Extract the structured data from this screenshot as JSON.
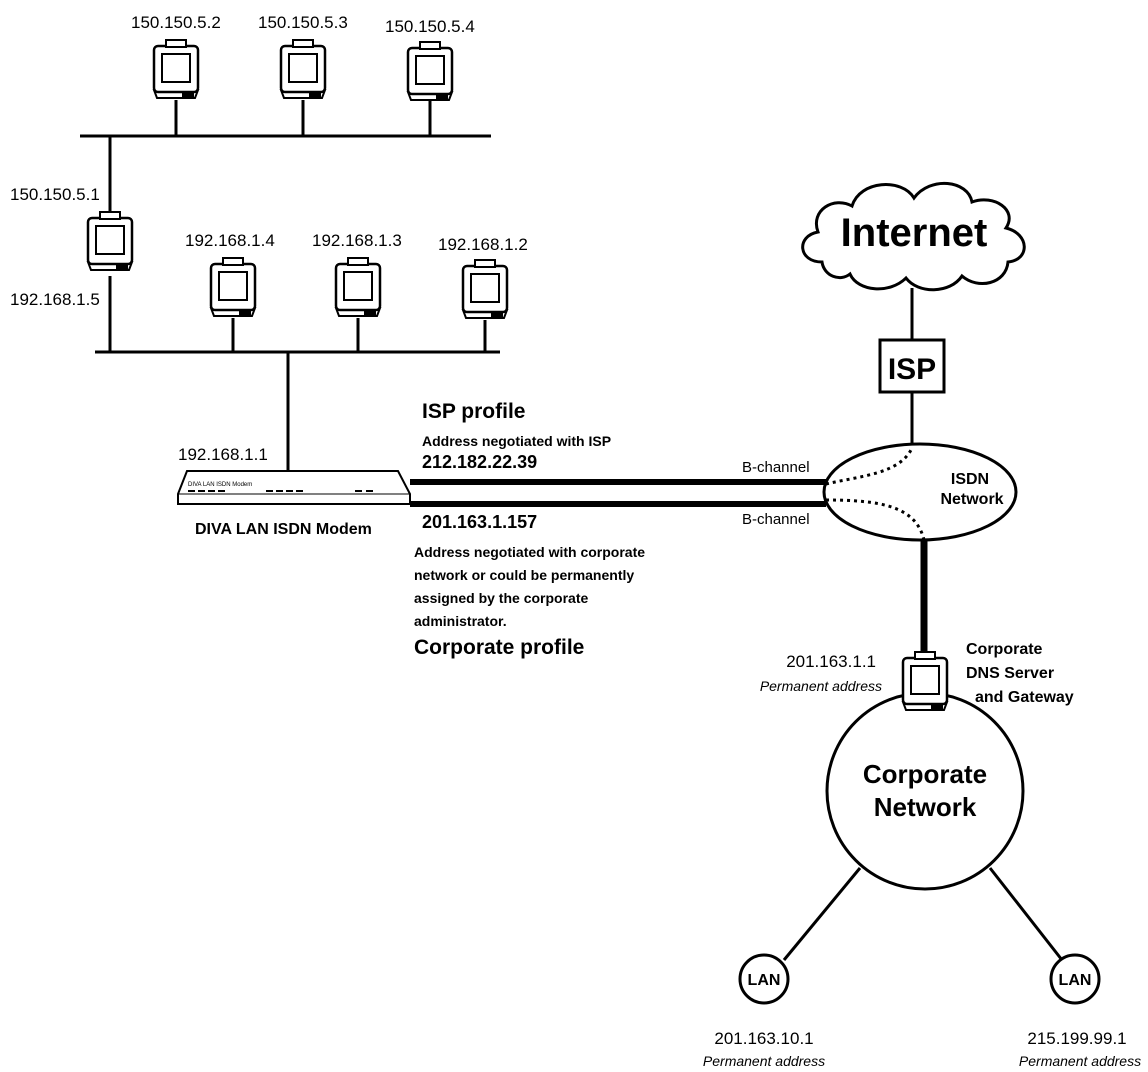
{
  "top_lan": {
    "pc1": "150.150.5.2",
    "pc2": "150.150.5.3",
    "pc3": "150.150.5.4"
  },
  "router_pc": {
    "upper_ip": "150.150.5.1",
    "lower_ip": "192.168.1.5"
  },
  "mid_lan": {
    "pc1": "192.168.1.4",
    "pc2": "192.168.1.3",
    "pc3": "192.168.1.2"
  },
  "modem": {
    "ip": "192.168.1.1",
    "name": "DIVA LAN ISDN Modem",
    "faceplate": "DIVA LAN ISDN Modem"
  },
  "isp_profile": {
    "title": "ISP profile",
    "note": "Address negotiated with ISP",
    "address": "212.182.22.39"
  },
  "corporate_profile": {
    "address": "201.163.1.157",
    "note_lines": [
      "Address negotiated with corporate",
      "network or could be permanently",
      "assigned by the corporate",
      "administrator."
    ],
    "title": "Corporate profile"
  },
  "channels": {
    "upper": "B-channel",
    "lower": "B-channel"
  },
  "internet": {
    "label": "Internet"
  },
  "isp": {
    "label": "ISP"
  },
  "isdn": {
    "line1": "ISDN",
    "line2": "Network"
  },
  "corporate_server": {
    "ip": "201.163.1.1",
    "ip_note": "Permanent address",
    "label_lines": [
      "Corporate",
      "DNS Server",
      "and Gateway"
    ]
  },
  "corporate_network": {
    "line1": "Corporate",
    "line2": "Network"
  },
  "lans": [
    {
      "label": "LAN",
      "ip": "201.163.10.1",
      "note": "Permanent address"
    },
    {
      "label": "LAN",
      "ip": "215.199.99.1",
      "note": "Permanent address"
    }
  ]
}
